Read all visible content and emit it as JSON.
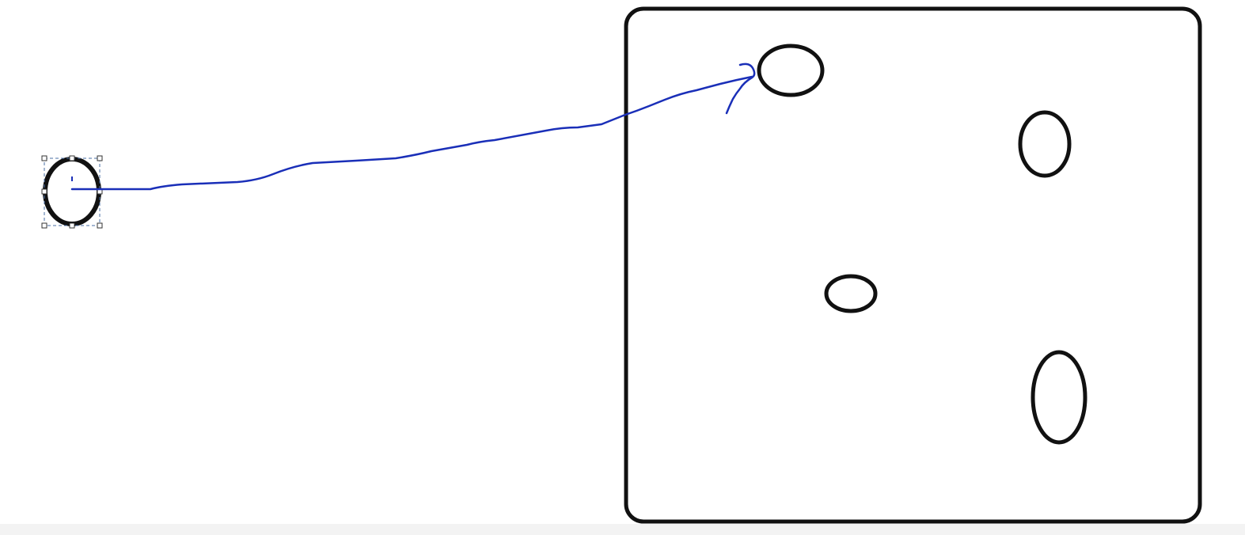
{
  "canvas": {
    "background_color": "#ffffff",
    "stroke_color": "#111111",
    "arrow_color": "#1a2fb8",
    "selection_color": "#4a6fa5"
  },
  "source_shape": {
    "shape": "ellipse",
    "selected": true
  },
  "target_container": {
    "shape": "rounded-rectangle",
    "ellipse_count": 4
  },
  "connector": {
    "type": "freehand-arrow",
    "from": "source-ellipse",
    "to": "container-ellipse-top-left"
  }
}
